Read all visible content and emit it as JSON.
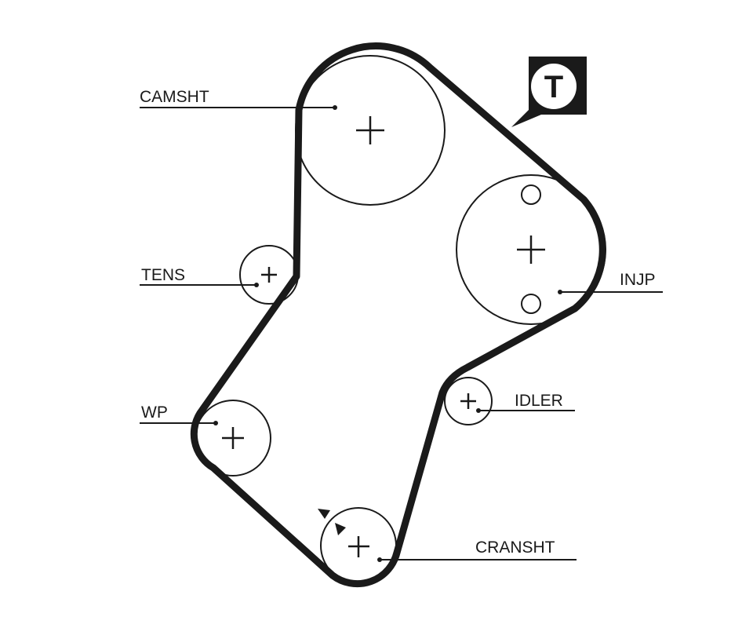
{
  "title_badge": {
    "letter": "T"
  },
  "labels": {
    "camshaft": "CAMSHT",
    "tensioner": "TENS",
    "water_pump": "WP",
    "injection_pump": "INJP",
    "idler": "IDLER",
    "crankshaft": "CRANSHT"
  },
  "colors": {
    "ink": "#1a1a1a",
    "background": "#ffffff"
  }
}
